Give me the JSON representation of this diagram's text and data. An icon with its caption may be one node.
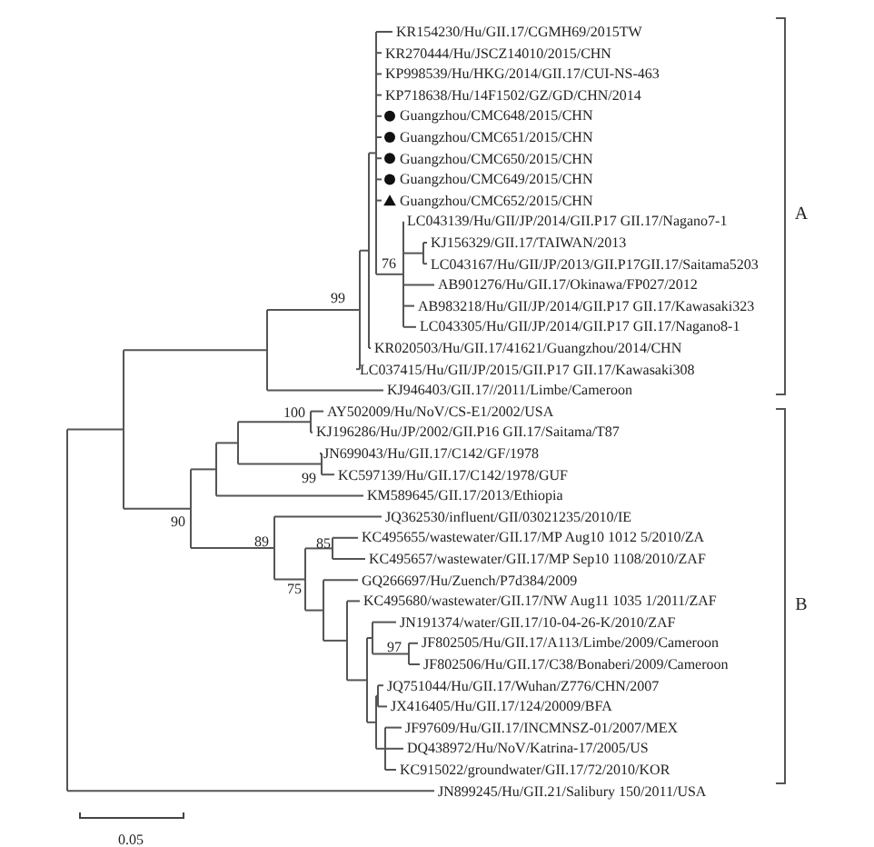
{
  "diagram": {
    "labels": [
      "KR154230/Hu/GII.17/CGMH69/2015TW",
      "KR270444/Hu/JSCZ14010/2015/CHN",
      "KP998539/Hu/HKG/2014/GII.17/CUI-NS-463",
      "KP718638/Hu/14F1502/GZ/GD/CHN/2014",
      "Guangzhou/CMC648/2015/CHN",
      "Guangzhou/CMC651/2015/CHN",
      "Guangzhou/CMC650/2015/CHN",
      "Guangzhou/CMC649/2015/CHN",
      "Guangzhou/CMC652/2015/CHN",
      "LC043139/Hu/GII/JP/2014/GII.P17 GII.17/Nagano7-1",
      "KJ156329/GII.17/TAIWAN/2013",
      "LC043167/Hu/GII/JP/2013/GII.P17GII.17/Saitama5203",
      "AB901276/Hu/GII.17/Okinawa/FP027/2012",
      "AB983218/Hu/GII/JP/2014/GII.P17 GII.17/Kawasaki323",
      "LC043305/Hu/GII/JP/2014/GII.P17 GII.17/Nagano8-1",
      "KR020503/Hu/GII.17/41621/Guangzhou/2014/CHN",
      "LC037415/Hu/GII/JP/2015/GII.P17 GII.17/Kawasaki308",
      "KJ946403/GII.17//2011/Limbe/Cameroon",
      "AY502009/Hu/NoV/CS-E1/2002/USA",
      "KJ196286/Hu/JP/2002/GII.P16 GII.17/Saitama/T87",
      "JN699043/Hu/GII.17/C142/GF/1978",
      "KC597139/Hu/GII.17/C142/1978/GUF",
      "KM589645/GII.17/2013/Ethiopia",
      "JQ362530/influent/GII/03021235/2010/IE",
      "KC495655/wastewater/GII.17/MP Aug10 1012 5/2010/ZA",
      "KC495657/wastewater/GII.17/MP Sep10 1108/2010/ZAF",
      "GQ266697/Hu/Zuench/P7d384/2009",
      "KC495680/wastewater/GII.17/NW Aug11 1035 1/2011/ZAF",
      "JN191374/water/GII.17/10-04-26-K/2010/ZAF",
      "JF802505/Hu/GII.17/A113/Limbe/2009/Cameroon",
      "JF802506/Hu/GII.17/C38/Bonaberi/2009/Cameroon",
      "JQ751044/Hu/GII.17/Wuhan/Z776/CHN/2007",
      "JX416405/Hu/GII.17/124/20009/BFA",
      "JF97609/Hu/GII.17/INCMNSZ-01/2007/MEX",
      "DQ438972/Hu/NoV/Katrina-17/2005/US",
      "KC915022/groundwater/GII.17/72/2010/KOR",
      "JN899245/Hu/GII.21/Salibury 150/2011/USA",
      "76",
      "99",
      "100",
      "99",
      "90",
      "89",
      "85",
      "75",
      "97",
      "A",
      "B",
      "0.05"
    ]
  }
}
